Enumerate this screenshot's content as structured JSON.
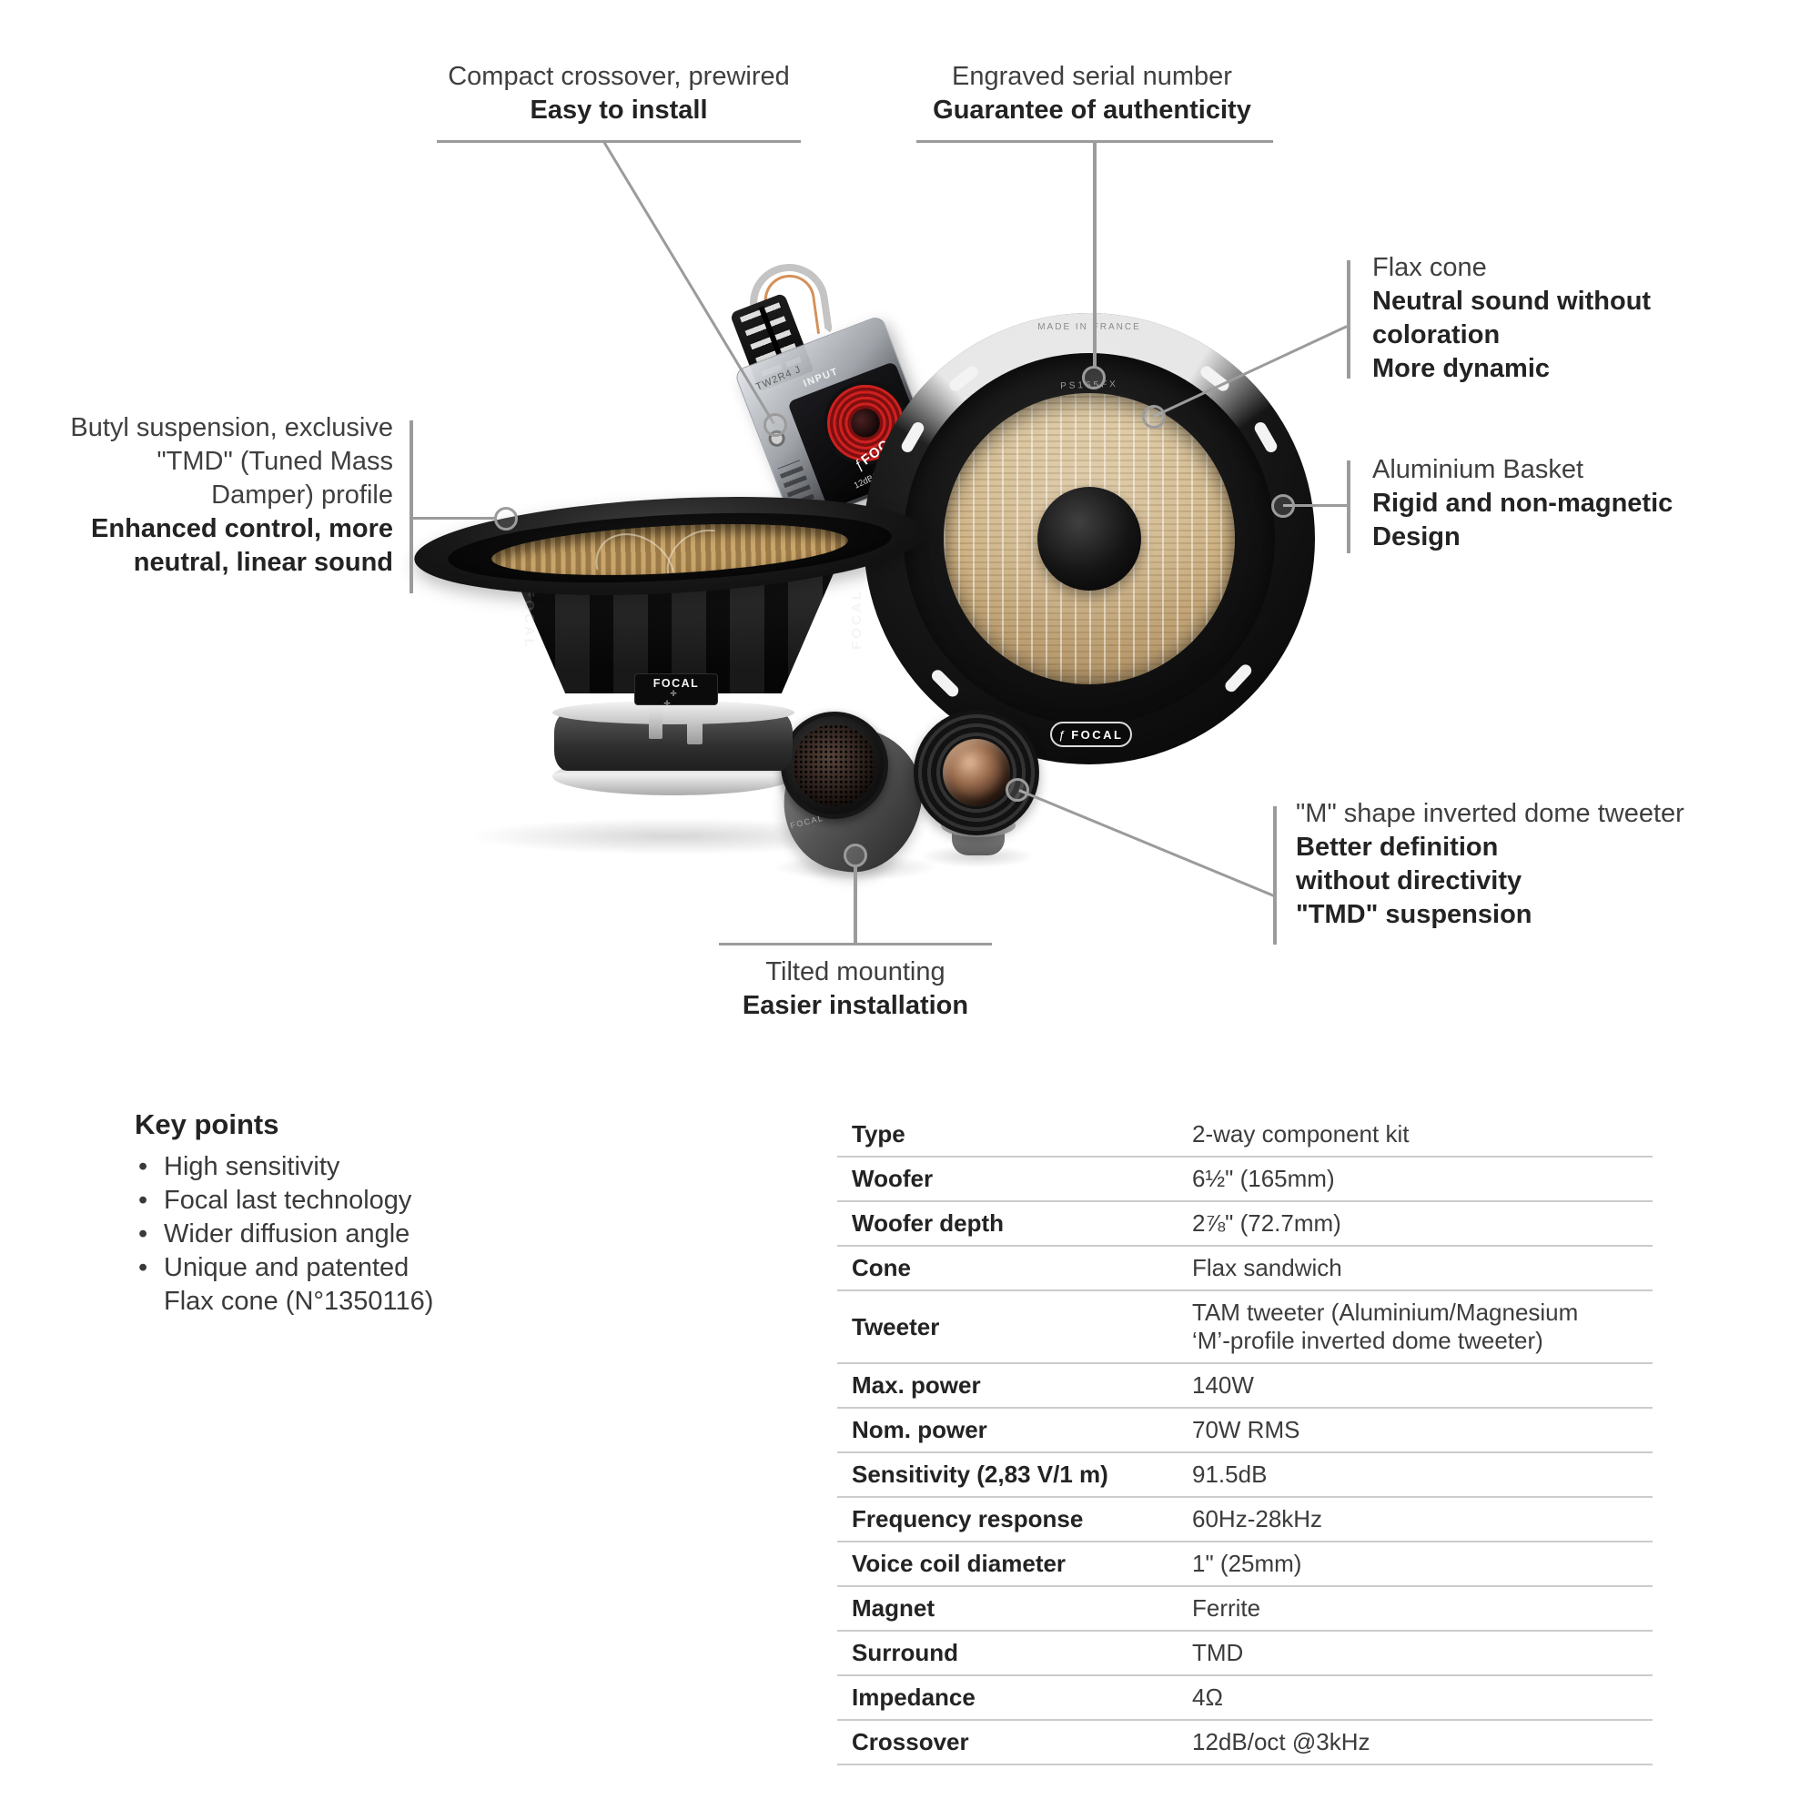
{
  "colors": {
    "callout_line": "#9b9b9b",
    "flax_cone": "#ccb184",
    "coil_red": "#cf2020",
    "table_separator": "#cbcbcb"
  },
  "callouts": {
    "crossover": {
      "regular": "Compact crossover, prewired",
      "bold": "Easy to install"
    },
    "serial": {
      "regular": "Engraved serial number",
      "bold": "Guarantee of authenticity"
    },
    "flax": {
      "regular": "Flax cone",
      "bold": "Neutral sound without coloration\nMore dynamic"
    },
    "basket": {
      "regular": "Aluminium Basket",
      "bold": "Rigid and non-magnetic\nDesign"
    },
    "butyl": {
      "regular": "Butyl suspension, exclusive \"TMD\" (Tuned Mass Damper) profile",
      "bold": "Enhanced control, more neutral, linear sound"
    },
    "tilted": {
      "regular": "Tilted mounting",
      "bold": "Easier installation"
    },
    "tweeter": {
      "regular": "\"M\" shape inverted dome tweeter",
      "bold": "Better definition\nwithout directivity\n\"TMD\" suspension"
    }
  },
  "key_points": {
    "title": "Key points",
    "items": [
      "High sensitivity",
      "Focal last technology",
      "Wider diffusion angle",
      "Unique and patented Flax cone (N°1350116)"
    ]
  },
  "spec_table": {
    "rows": [
      {
        "label": "Type",
        "value": "2-way component kit"
      },
      {
        "label": "Woofer",
        "value": "6½\" (165mm)"
      },
      {
        "label": "Woofer depth",
        "value": "2⅞\" (72.7mm)"
      },
      {
        "label": "Cone",
        "value": "Flax sandwich"
      },
      {
        "label": "Tweeter",
        "value": "TAM tweeter (Aluminium/Magnesium\n‘M’-profile inverted dome tweeter)"
      },
      {
        "label": "Max. power",
        "value": "140W"
      },
      {
        "label": "Nom. power",
        "value": "70W RMS"
      },
      {
        "label": "Sensitivity (2,83 V/1 m)",
        "value": "91.5dB"
      },
      {
        "label": "Frequency response",
        "value": "60Hz-28kHz"
      },
      {
        "label": "Voice coil diameter",
        "value": "1\" (25mm)"
      },
      {
        "label": "Magnet",
        "value": "Ferrite"
      },
      {
        "label": "Surround",
        "value": "TMD"
      },
      {
        "label": "Impedance",
        "value": "4Ω"
      },
      {
        "label": "Crossover",
        "value": "12dB/oct @3kHz"
      }
    ]
  },
  "product_labels": {
    "made_in_france": "MADE IN FRANCE",
    "brand": "FOCAL",
    "serial_text": "PS165FX",
    "input": "INPUT",
    "xo_slope": "12dB/oct.",
    "xo_model": "TW2R4 J"
  }
}
